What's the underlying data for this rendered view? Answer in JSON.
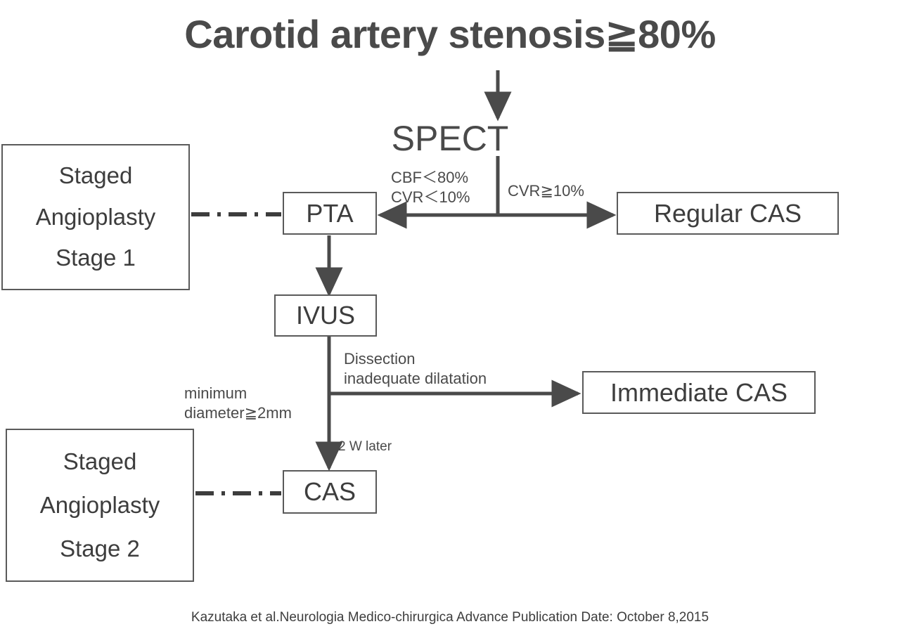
{
  "title": "Carotid artery stenosis≧80%",
  "root": {
    "label": "SPECT"
  },
  "nodes": {
    "staged1": {
      "line1": "Staged",
      "line2": "Angioplasty",
      "line3": "Stage  1"
    },
    "pta": {
      "label": "PTA"
    },
    "regular_cas": {
      "label": "Regular CAS"
    },
    "ivus": {
      "label": "IVUS"
    },
    "immediate_cas": {
      "label": "Immediate CAS"
    },
    "cas": {
      "label": "CAS"
    },
    "staged2": {
      "line1": "Staged",
      "line2": "Angioplasty",
      "line3": "Stage  2"
    }
  },
  "edge_labels": {
    "cbf_cvr_low_1": "CBF＜80%",
    "cbf_cvr_low_2": "CVR＜10%",
    "cvr_high": "CVR≧10%",
    "min_diameter_1": "minimum",
    "min_diameter_2": "diameter≧2mm",
    "dissection_1": "Dissection",
    "dissection_2": "inadequate dilatation",
    "two_weeks": "2 W later"
  },
  "footer": "Kazutaka et al.Neurologia Medico-chirurgica Advance Publication Date: October 8,2015",
  "colors": {
    "stroke": "#5a5a5a",
    "text": "#3d3d3d",
    "title": "#4a4a4a",
    "background": "#ffffff"
  },
  "chart_data": {
    "type": "flowchart",
    "title": "Carotid artery stenosis≧80%",
    "nodes": [
      {
        "id": "root",
        "label": "SPECT",
        "shape": "text"
      },
      {
        "id": "staged1",
        "label": "Staged Angioplasty Stage 1",
        "shape": "box"
      },
      {
        "id": "pta",
        "label": "PTA",
        "shape": "box"
      },
      {
        "id": "regular_cas",
        "label": "Regular CAS",
        "shape": "box"
      },
      {
        "id": "ivus",
        "label": "IVUS",
        "shape": "box"
      },
      {
        "id": "immediate_cas",
        "label": "Immediate CAS",
        "shape": "box"
      },
      {
        "id": "cas",
        "label": "CAS",
        "shape": "box"
      },
      {
        "id": "staged2",
        "label": "Staged Angioplasty Stage 2",
        "shape": "box"
      }
    ],
    "edges": [
      {
        "from": "title",
        "to": "root",
        "label": "",
        "style": "solid-arrow"
      },
      {
        "from": "root",
        "to": "pta",
        "label": "CBF＜80% CVR＜10%",
        "style": "solid-arrow"
      },
      {
        "from": "root",
        "to": "regular_cas",
        "label": "CVR≧10%",
        "style": "solid-arrow"
      },
      {
        "from": "pta",
        "to": "staged1",
        "label": "",
        "style": "dash-dot"
      },
      {
        "from": "pta",
        "to": "ivus",
        "label": "",
        "style": "solid-arrow"
      },
      {
        "from": "ivus",
        "to": "immediate_cas",
        "label": "Dissection inadequate dilatation",
        "style": "solid-arrow"
      },
      {
        "from": "ivus",
        "to": "cas",
        "label": "minimum diameter≧2mm / 2 W later",
        "style": "solid-arrow"
      },
      {
        "from": "cas",
        "to": "staged2",
        "label": "",
        "style": "dash-dot"
      }
    ]
  }
}
